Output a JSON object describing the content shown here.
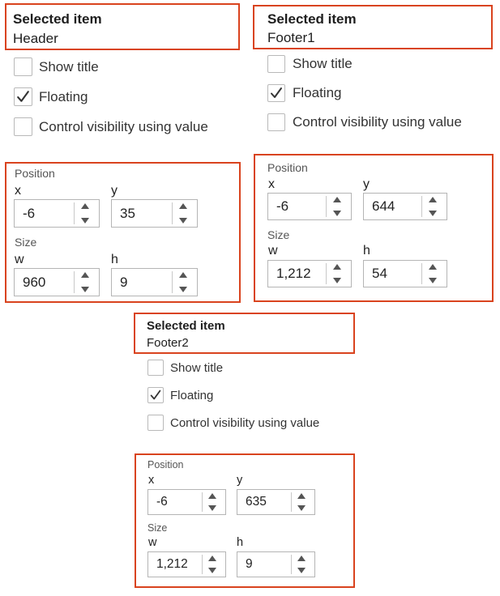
{
  "panels": [
    {
      "selected_item_title": "Selected item",
      "selected_item_value": "Header",
      "checkboxes": [
        {
          "label": "Show title",
          "checked": false
        },
        {
          "label": "Floating",
          "checked": true
        },
        {
          "label": "Control visibility using value",
          "checked": false
        }
      ],
      "position_label": "Position",
      "x_label": "x",
      "x_value": "-6",
      "y_label": "y",
      "y_value": "35",
      "size_label": "Size",
      "w_label": "w",
      "w_value": "960",
      "h_label": "h",
      "h_value": "9"
    },
    {
      "selected_item_title": "Selected item",
      "selected_item_value": "Footer1",
      "checkboxes": [
        {
          "label": "Show title",
          "checked": false
        },
        {
          "label": "Floating",
          "checked": true
        },
        {
          "label": "Control visibility using value",
          "checked": false
        }
      ],
      "position_label": "Position",
      "x_label": "x",
      "x_value": "-6",
      "y_label": "y",
      "y_value": "644",
      "size_label": "Size",
      "w_label": "w",
      "w_value": "1,212",
      "h_label": "h",
      "h_value": "54"
    },
    {
      "selected_item_title": "Selected item",
      "selected_item_value": "Footer2",
      "checkboxes": [
        {
          "label": "Show title",
          "checked": false
        },
        {
          "label": "Floating",
          "checked": true
        },
        {
          "label": "Control visibility using value",
          "checked": false
        }
      ],
      "position_label": "Position",
      "x_label": "x",
      "x_value": "-6",
      "y_label": "y",
      "y_value": "635",
      "size_label": "Size",
      "w_label": "w",
      "w_value": "1,212",
      "h_label": "h",
      "h_value": "9"
    }
  ],
  "colors": {
    "highlight_border": "#d9431e",
    "checkbox_border": "#b9b9b9",
    "text": "#2b2b2b"
  },
  "icons": {
    "check": "checkmark-icon",
    "spin_up": "triangle-up-icon",
    "spin_down": "triangle-down-icon"
  }
}
